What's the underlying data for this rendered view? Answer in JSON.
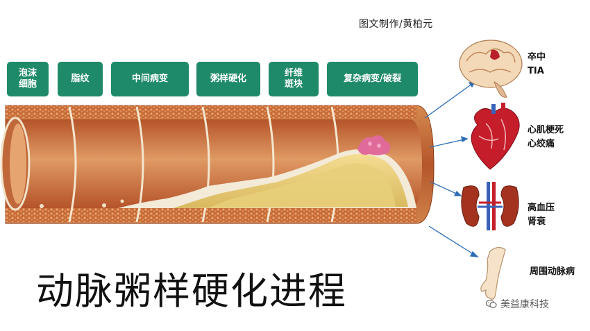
{
  "credit": "图文制作/黄柏元",
  "stages": [
    {
      "label": "泡沫\n细胞"
    },
    {
      "label": "脂纹"
    },
    {
      "label": "中间病变"
    },
    {
      "label": "粥样硬化"
    },
    {
      "label": "纤维\n斑块"
    },
    {
      "label": "复杂病变/破裂"
    }
  ],
  "title": "动脉粥样硬化进程",
  "organs": [
    {
      "icon": "brain-icon",
      "label": "卒中\nTIA"
    },
    {
      "icon": "heart-icon",
      "label": "心肌梗死\n心绞痛"
    },
    {
      "icon": "kidney-icon",
      "label": "高血压\n肾衰"
    },
    {
      "icon": "leg-icon",
      "label": "周围动脉病"
    }
  ],
  "watermark": "美益康科技",
  "colors": {
    "stage_fill": "#1f8a6a",
    "vessel_wall": "#c4652f",
    "plaque": "#e8cf7a",
    "arrow": "#2d6db5"
  }
}
